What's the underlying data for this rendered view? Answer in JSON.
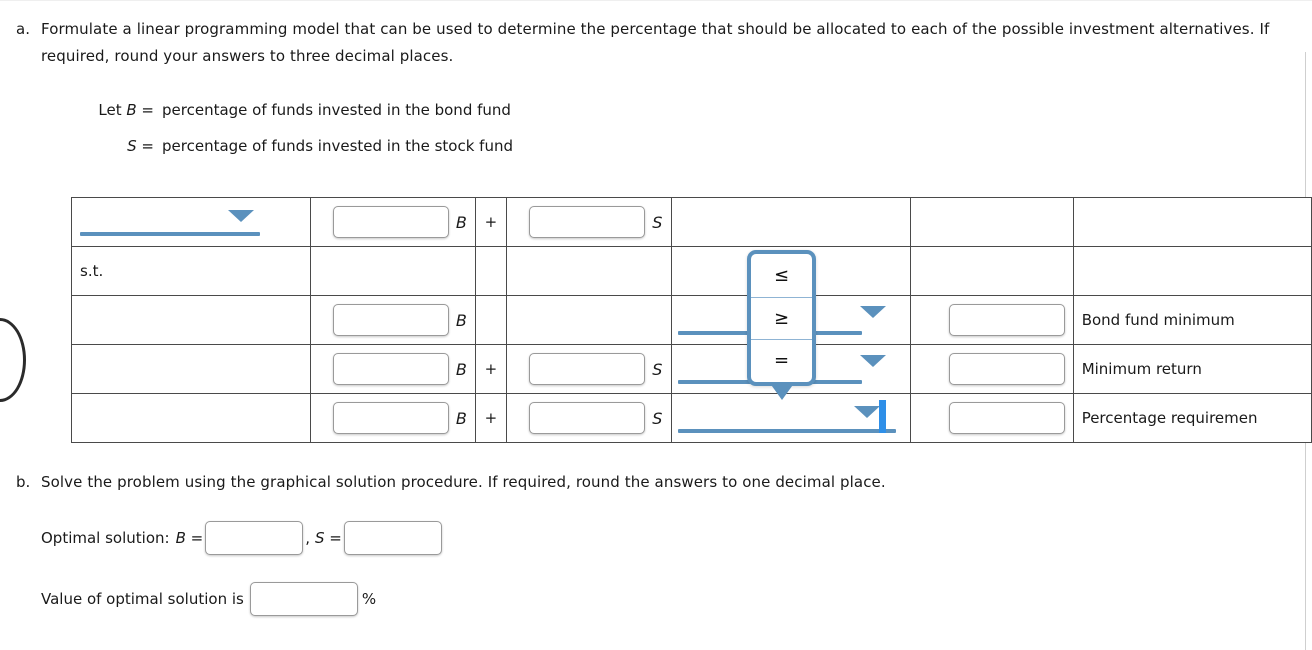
{
  "parts": {
    "a": {
      "marker": "a.",
      "text": "Formulate a linear programming model that can be used to determine the percentage that should be allocated to each of the possible investment alternatives. If required, round your answers to three decimal places."
    },
    "b": {
      "marker": "b.",
      "text": "Solve the problem using the graphical solution procedure. If required, round the answers to one decimal place."
    }
  },
  "definitions": [
    {
      "label": "Let B =",
      "value": "percentage of funds invested in the bond fund"
    },
    {
      "label": "S =",
      "value": "percentage of funds invested in the stock fund"
    }
  ],
  "table": {
    "rows": [
      {
        "label": "",
        "label_control": "dropdown",
        "b_coef": "",
        "b_var": "B",
        "operator": "+",
        "s_coef": "",
        "s_var": "S",
        "relation": "",
        "rhs": "",
        "description": ""
      },
      {
        "label": "s.t.",
        "label_control": "text",
        "b_coef": null,
        "b_var": "",
        "operator": "",
        "s_coef": null,
        "s_var": "",
        "relation": "",
        "rhs": null,
        "description": ""
      },
      {
        "label": "",
        "label_control": "none",
        "b_coef": "",
        "b_var": "B",
        "operator": "",
        "s_coef": null,
        "s_var": "",
        "relation": "",
        "rhs": "",
        "description": "Bond fund minimum"
      },
      {
        "label": "",
        "label_control": "none",
        "b_coef": "",
        "b_var": "B",
        "operator": "+",
        "s_coef": "",
        "s_var": "S",
        "relation": "",
        "rhs": "",
        "description": "Minimum return"
      },
      {
        "label": "",
        "label_control": "none",
        "b_coef": "",
        "b_var": "B",
        "operator": "+",
        "s_coef": "",
        "s_var": "S",
        "relation": "",
        "rhs": "",
        "description": "Percentage requiremen"
      }
    ]
  },
  "popup": {
    "open": true,
    "options": [
      "≤",
      "≥",
      "="
    ]
  },
  "answers": {
    "optimal_prefix": "Optimal solution:",
    "b_label": "B =",
    "b_value": "",
    "separator": ",",
    "s_label": "S =",
    "s_value": "",
    "value_label": "Value of optimal solution is",
    "value_value": "",
    "percent_symbol": "%"
  },
  "colors": {
    "accent_blue": "#5b91bd",
    "cursor_blue": "#2e8fe8",
    "border_gray": "#4a4a4a",
    "text": "#1a1a1a"
  }
}
